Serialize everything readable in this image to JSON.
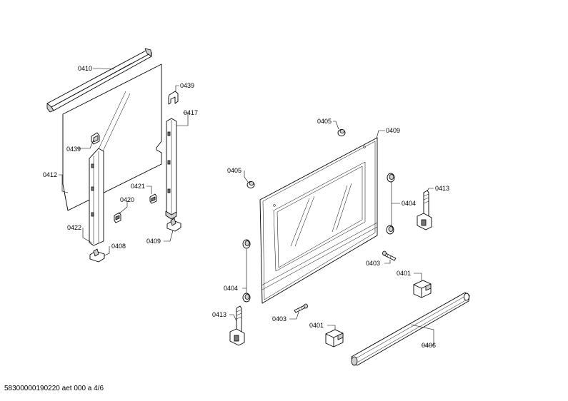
{
  "labels": {
    "l0410": "0410",
    "l0439a": "0439",
    "l0439b": "0439",
    "l0417": "0417",
    "l0412": "0412",
    "l0421": "0421",
    "l0420": "0420",
    "l0422": "0422",
    "l0408": "0408",
    "l0409a": "0409",
    "l0405a": "0405",
    "l0405b": "0405",
    "l0409b": "0409",
    "l0413a": "0413",
    "l0404a": "0404",
    "l0403a": "0403",
    "l0401a": "0401",
    "l0404b": "0404",
    "l0413b": "0413",
    "l0403b": "0403",
    "l0401b": "0401",
    "l0406": "0406"
  },
  "footer": "58300000190220 aet 000 a 4/6"
}
